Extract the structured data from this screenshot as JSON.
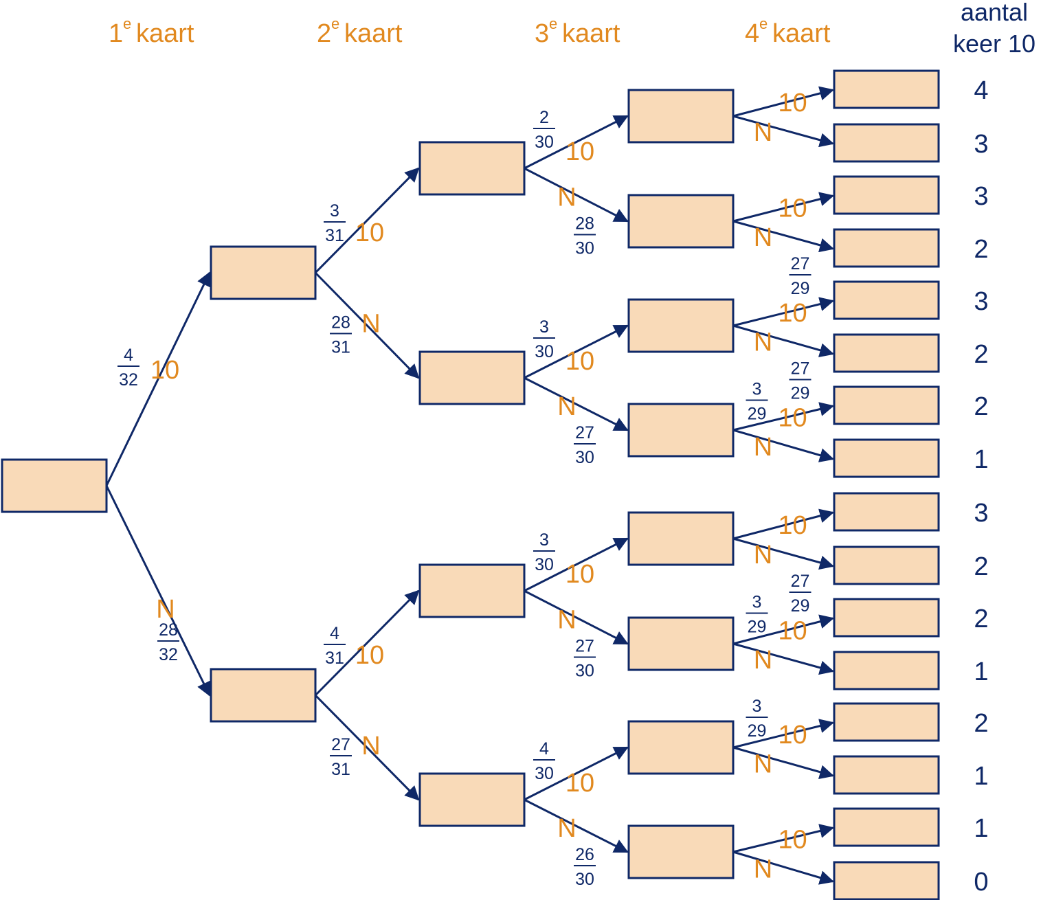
{
  "colors": {
    "box_fill": "#f9dab8",
    "box_stroke": "#0f2867",
    "line": "#0f2867",
    "label_orange": "#e1891f",
    "text_navy": "#0f2867"
  },
  "headers": [
    {
      "num": "1",
      "sup": "e",
      "word": "kaart"
    },
    {
      "num": "2",
      "sup": "e",
      "word": "kaart"
    },
    {
      "num": "3",
      "sup": "e",
      "word": "kaart"
    },
    {
      "num": "4",
      "sup": "e",
      "word": "kaart"
    }
  ],
  "count_header": {
    "line1": "aantal",
    "line2": "keer 10"
  },
  "branch_labels": {
    "ten": "10",
    "not_ten": "N"
  },
  "counts": [
    "4",
    "3",
    "3",
    "2",
    "3",
    "2",
    "2",
    "1",
    "3",
    "2",
    "2",
    "1",
    "2",
    "1",
    "1",
    "0"
  ],
  "edges": [
    {
      "from": "root",
      "to": "A",
      "label": "10",
      "prob": [
        "4",
        "32"
      ]
    },
    {
      "from": "root",
      "to": "B",
      "label": "N",
      "prob": [
        "28",
        "32"
      ]
    },
    {
      "from": "A",
      "to": "AA",
      "label": "10",
      "prob": [
        "3",
        "31"
      ]
    },
    {
      "from": "A",
      "to": "AN",
      "label": "N",
      "prob": [
        "28",
        "31"
      ]
    },
    {
      "from": "B",
      "to": "BA",
      "label": "10",
      "prob": [
        "4",
        "31"
      ]
    },
    {
      "from": "B",
      "to": "BN",
      "label": "N",
      "prob": [
        "27",
        "31"
      ]
    },
    {
      "from": "AA",
      "to": "AAA",
      "label": "10",
      "prob": [
        "2",
        "30"
      ]
    },
    {
      "from": "AA",
      "to": "AAN",
      "label": "N",
      "prob": [
        "28",
        "30"
      ]
    },
    {
      "from": "AN",
      "to": "ANA",
      "label": "10",
      "prob": [
        "3",
        "30"
      ]
    },
    {
      "from": "AN",
      "to": "ANN",
      "label": "N",
      "prob": [
        "27",
        "30"
      ]
    },
    {
      "from": "BA",
      "to": "BAA",
      "label": "10",
      "prob": [
        "3",
        "30"
      ]
    },
    {
      "from": "BA",
      "to": "BAN",
      "label": "N",
      "prob": [
        "27",
        "30"
      ]
    },
    {
      "from": "BN",
      "to": "BNA",
      "label": "10",
      "prob": [
        "4",
        "30"
      ]
    },
    {
      "from": "BN",
      "to": "BNN",
      "label": "N",
      "prob": [
        "26",
        "30"
      ]
    },
    {
      "from": "AAA",
      "to": "leaf1",
      "label": "10",
      "prob": null
    },
    {
      "from": "AAA",
      "to": "leaf2",
      "label": "N",
      "prob": null
    },
    {
      "from": "AAN",
      "to": "leaf3",
      "label": "10",
      "prob": null
    },
    {
      "from": "AAN",
      "to": "leaf4",
      "label": "N",
      "prob": [
        "27",
        "29"
      ]
    },
    {
      "from": "ANA",
      "to": "leaf5",
      "label": "10",
      "prob": null
    },
    {
      "from": "ANA",
      "to": "leaf6",
      "label": "N",
      "prob": [
        "27",
        "29"
      ]
    },
    {
      "from": "ANN",
      "to": "leaf7",
      "label": "10",
      "prob": [
        "3",
        "29"
      ]
    },
    {
      "from": "ANN",
      "to": "leaf8",
      "label": "N",
      "prob": null
    },
    {
      "from": "BAA",
      "to": "leaf9",
      "label": "10",
      "prob": null
    },
    {
      "from": "BAA",
      "to": "leaf10",
      "label": "N",
      "prob": [
        "27",
        "29"
      ]
    },
    {
      "from": "BAN",
      "to": "leaf11",
      "label": "10",
      "prob": [
        "3",
        "29"
      ]
    },
    {
      "from": "BAN",
      "to": "leaf12",
      "label": "N",
      "prob": null
    },
    {
      "from": "BNA",
      "to": "leaf13",
      "label": "10",
      "prob": [
        "3",
        "29"
      ]
    },
    {
      "from": "BNA",
      "to": "leaf14",
      "label": "N",
      "prob": null
    },
    {
      "from": "BNN",
      "to": "leaf15",
      "label": "10",
      "prob": null
    },
    {
      "from": "BNN",
      "to": "leaf16",
      "label": "N",
      "prob": null
    }
  ]
}
